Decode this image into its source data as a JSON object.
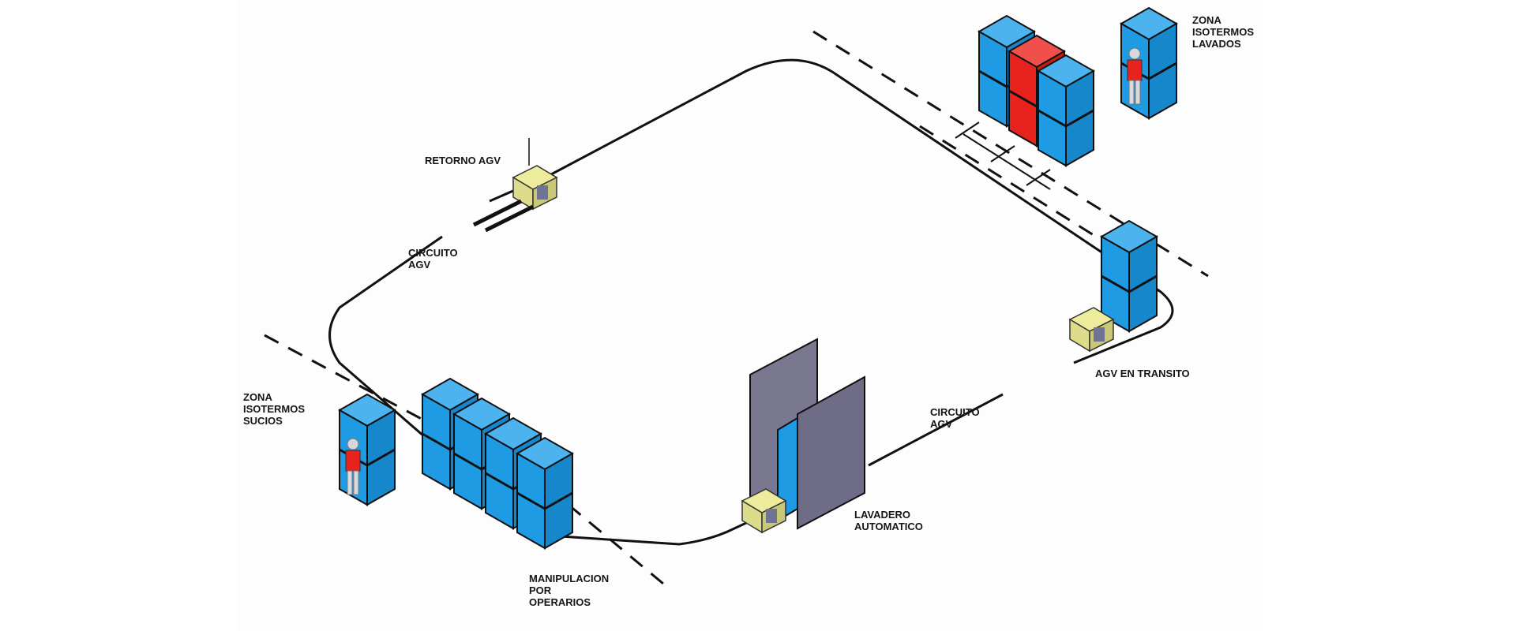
{
  "diagram": {
    "title": "AGV circuit layout",
    "labels": {
      "zona_lavados": "ZONA\nISOTERMOS\nLAVADOS",
      "retorno_agv": "RETORNO AGV",
      "circuito_agv_left": "CIRCUITO\nAGV",
      "circuito_agv_right": "CIRCUITO\nAGV",
      "zona_sucios": "ZONA\nISOTERMOS\nSUCIOS",
      "manipulacion": "MANIPULACION\nPOR\nOPERARIOS",
      "lavadero": "LAVADERO\nAUTOMATICO",
      "agv_transito": "AGV EN TRANSITO"
    },
    "colors": {
      "container_blue": "#1e9be3",
      "container_red": "#e8231f",
      "agv_yellow": "#dcdc8a",
      "washer_panel": "#6e6c86",
      "path_line": "#111111"
    }
  }
}
